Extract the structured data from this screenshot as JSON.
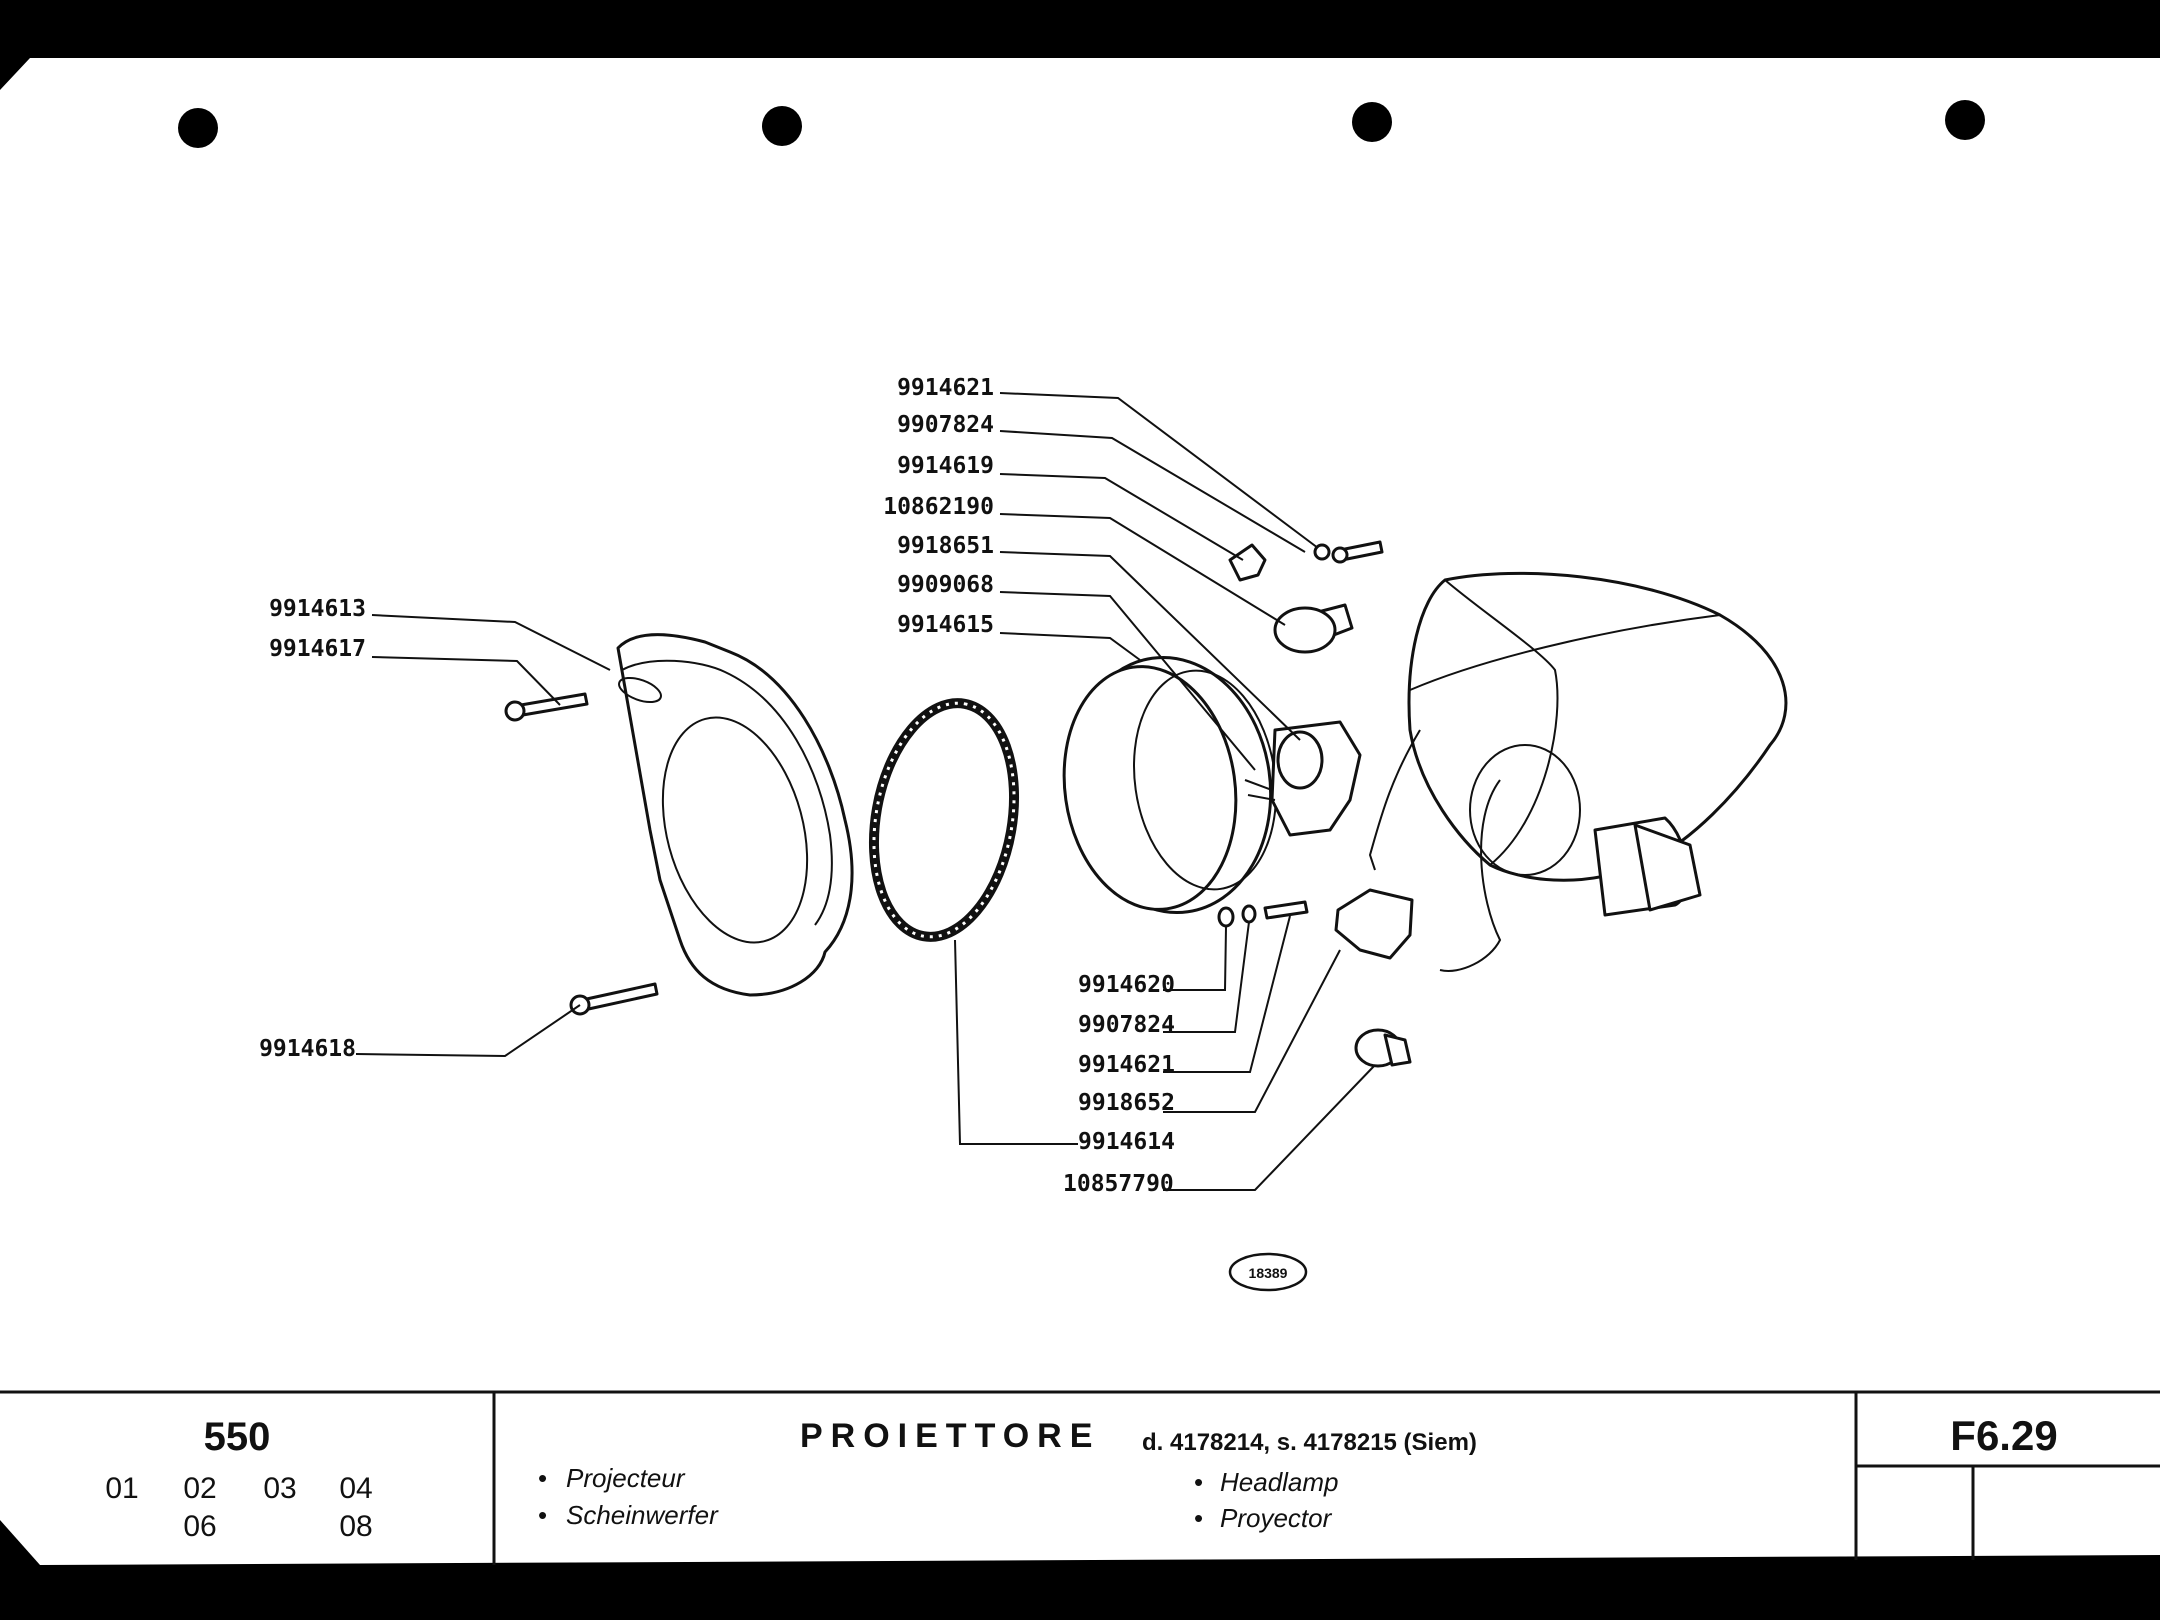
{
  "drawing": {
    "callouts": {
      "c1": "9914621",
      "c2": "9907824",
      "c3": "9914619",
      "c4": "10862190",
      "c5": "9918651",
      "c6": "9909068",
      "c7": "9914615",
      "c8": "9914613",
      "c9": "9914617",
      "c10": "9914618",
      "c11": "9914620",
      "c12": "9907824",
      "c13": "9914621",
      "c14": "9918652",
      "c15": "9914614",
      "c16": "10857790"
    },
    "figure_number": "18389"
  },
  "title_block": {
    "model": "550",
    "variants_row1": [
      "01",
      "02",
      "03",
      "04"
    ],
    "variants_row2": [
      "06",
      "08"
    ],
    "title_main": "PROIETTORE",
    "title_detail": "d. 4178214, s. 4178215 (Siem)",
    "translations": {
      "fr": "Projecteur",
      "de": "Scheinwerfer",
      "en": "Headlamp",
      "es": "Proyector"
    },
    "sheet_code": "F6.29"
  }
}
